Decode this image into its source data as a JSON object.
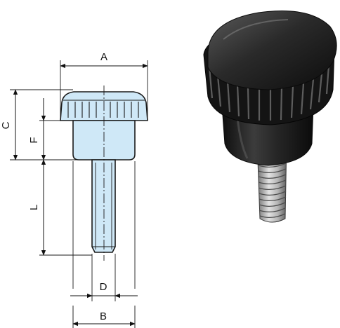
{
  "drawing": {
    "dimensions": {
      "A": "A",
      "B": "B",
      "C": "C",
      "D": "D",
      "F": "F",
      "L": "L"
    },
    "colors": {
      "part_fill": "#cfe8f7",
      "part_stroke": "#1a1a1a",
      "knob_dark": "#1e1e1e",
      "thread_metal": "#a9a9a9"
    }
  },
  "photo": {
    "icon": "knob-photo"
  }
}
